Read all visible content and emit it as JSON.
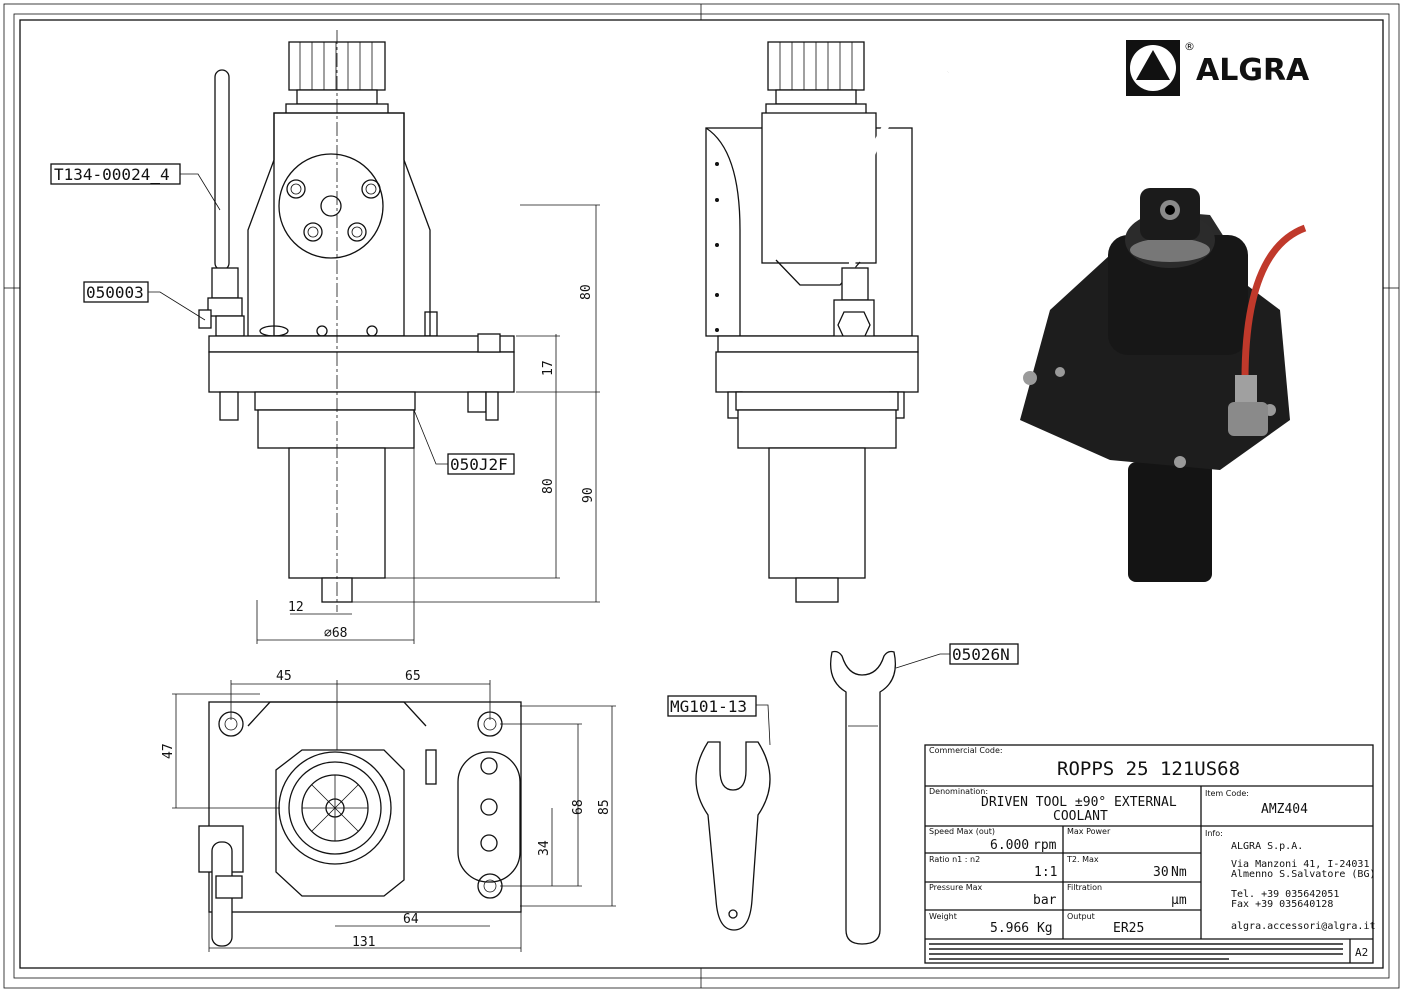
{
  "brand": {
    "name": "ALGRA",
    "registered": "®"
  },
  "callouts": {
    "hose": "T134-00024_4",
    "fitting": "050003",
    "bearing": "050J2F",
    "wrench_small": "MG101-13",
    "wrench_large": "05026N"
  },
  "dims": {
    "h80_top": "80",
    "h17": "17",
    "h80_low": "80",
    "h90": "90",
    "w12": "12",
    "dia68": "∅68",
    "w45": "45",
    "w65": "65",
    "h47": "47",
    "h68": "68",
    "h85": "85",
    "h34": "34",
    "w64": "64",
    "w131": "131"
  },
  "title_block": {
    "commercial_label": "Commercial Code:",
    "commercial_value": "ROPPS 25 121US68",
    "denomination_label": "Denomination:",
    "denomination_line1": "DRIVEN TOOL ±90° EXTERNAL",
    "denomination_line2": "COOLANT",
    "item_label": "Item Code:",
    "item_value": "AMZ404",
    "speed_label": "Speed Max (out)",
    "speed_value": "6.000",
    "speed_unit": "rpm",
    "power_label": "Max Power",
    "ratio_label": "Ratio n1 : n2",
    "ratio_value": "1:1",
    "t2_label": "T2. Max",
    "t2_value": "30",
    "t2_unit": "Nm",
    "pressure_label": "Pressure Max",
    "pressure_unit": "bar",
    "filtration_label": "Filtration",
    "filtration_unit": "µm",
    "weight_label": "Weight",
    "weight_value": "5.966 Kg",
    "output_label": "Output",
    "output_value": "ER25",
    "info_label": "Info:",
    "info_company": "ALGRA S.p.A.",
    "info_addr1": "Via Manzoni 41, I-24031",
    "info_addr2": "Almenno S.Salvatore (BG)",
    "info_tel": "Tel. +39 035642051",
    "info_fax": "Fax +39 035640128",
    "info_mail": "algra.accessori@algra.it",
    "sheet_size": "A2"
  },
  "colors": {
    "ink": "#111111",
    "hose": "#c0392b",
    "body": "#141414"
  }
}
